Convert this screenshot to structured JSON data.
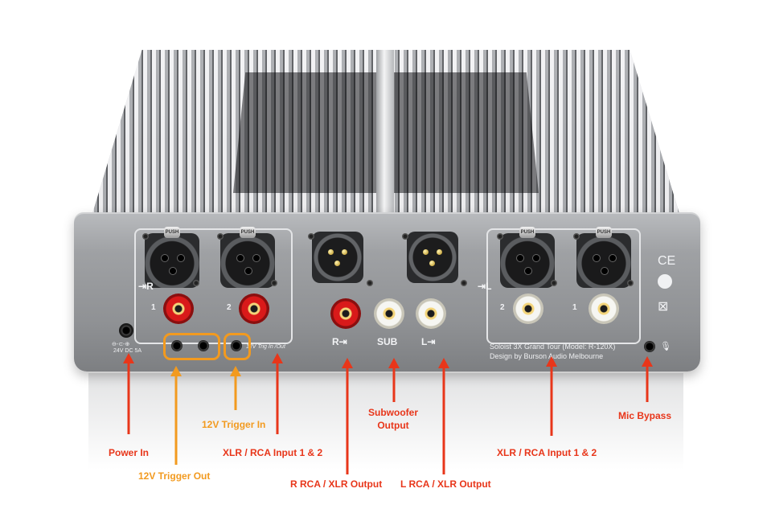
{
  "panel": {
    "push_label": "PUSH",
    "left_input_label": "R",
    "right_input_label": "L",
    "input_1": "1",
    "input_2": "2",
    "sub_label": "SUB",
    "r_out_label": "R",
    "l_out_label": "L",
    "power_label": "24V DC 5A",
    "trigger_label": "12V Trig In /Out",
    "model_line": "Soloist 3X Grand Tour (Model: R-120X)",
    "design_line": "Design by Burson Audio Melbourne",
    "ce_mark": "CE"
  },
  "annotations": {
    "power_in": "Power In",
    "trigger_out": "12V Trigger Out",
    "trigger_in": "12V Trigger In",
    "xlr_rca_left": "XLR / RCA Input 1 & 2",
    "r_output": "R RCA / XLR Output",
    "subwoofer_line1": "Subwoofer",
    "subwoofer_line2": "Output",
    "l_output": "L RCA / XLR Output",
    "xlr_rca_right": "XLR / RCA Input 1 & 2",
    "mic_bypass": "Mic Bypass"
  },
  "colors": {
    "arrow_red": "#e8361a",
    "arrow_orange": "#f29a1f"
  }
}
